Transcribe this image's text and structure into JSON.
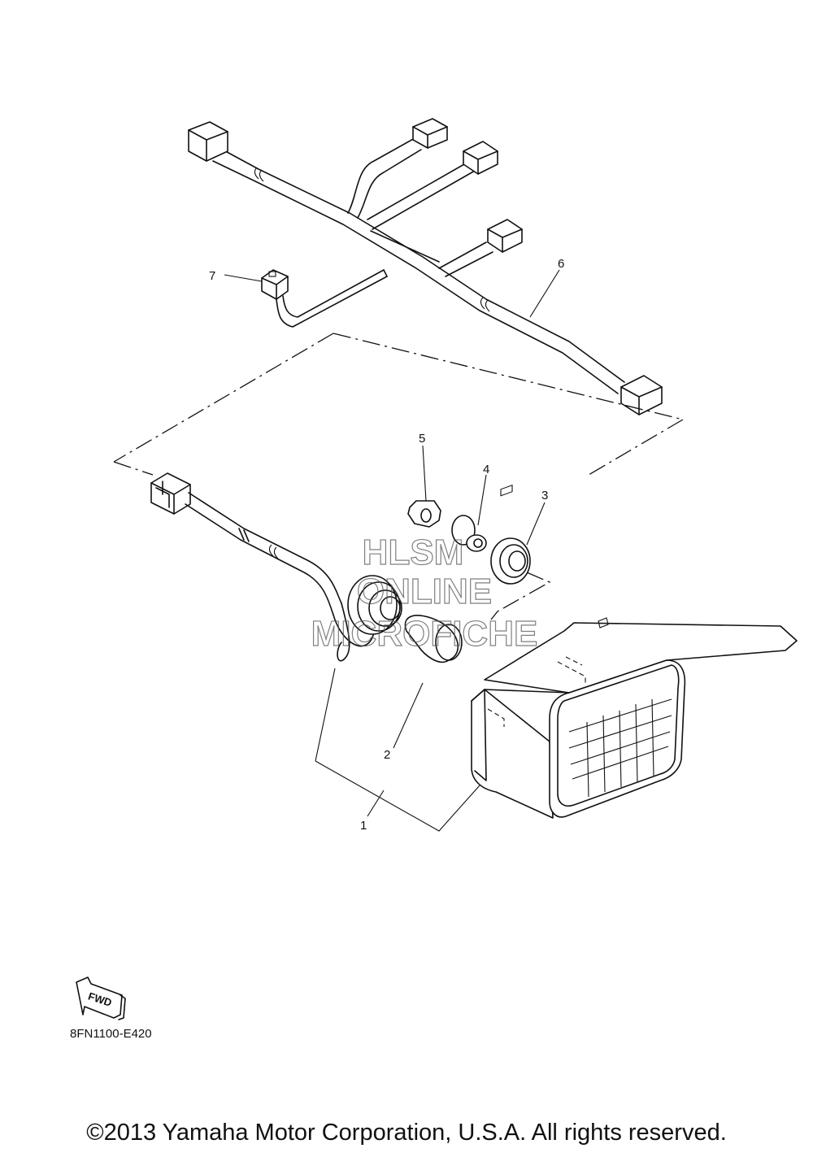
{
  "callouts": [
    {
      "id": "1",
      "label": "1"
    },
    {
      "id": "2",
      "label": "2"
    },
    {
      "id": "3",
      "label": "3"
    },
    {
      "id": "4",
      "label": "4"
    },
    {
      "id": "5",
      "label": "5"
    },
    {
      "id": "6",
      "label": "6"
    },
    {
      "id": "7",
      "label": "7"
    }
  ],
  "watermark": {
    "line1": "HLSM",
    "line2": "ONLINE",
    "line3": "MICROFICHE"
  },
  "fwd_badge": {
    "label": "FWD"
  },
  "part_code": "8FN1100-E420",
  "copyright": "©2013 Yamaha Motor Corporation, U.S.A. All rights reserved."
}
